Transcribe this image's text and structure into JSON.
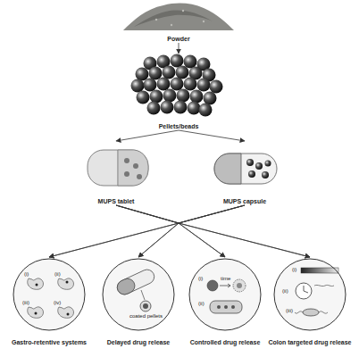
{
  "diagram": {
    "nodes": [
      {
        "text": [
          "Powder"
        ]
      },
      {
        "text": [
          "Pellets/beads"
        ]
      },
      {
        "text": [
          "MUPS tablet"
        ]
      },
      {
        "text": [
          "MUPS capsule"
        ]
      },
      {
        "text": [
          "Gastro-retentive systems"
        ]
      },
      {
        "text": [
          "Delayed drug release"
        ]
      },
      {
        "text": [
          "Controlled drug release"
        ]
      },
      {
        "text": [
          "Colon targeted drug release"
        ]
      }
    ],
    "edges": [
      {
        "from": 0,
        "to": 1,
        "arrow": "to"
      },
      {
        "from": 1,
        "to": 2,
        "arrow": "to"
      },
      {
        "from": 1,
        "to": 3,
        "arrow": "to"
      },
      {
        "from": 2,
        "to": 4,
        "arrow": "to"
      },
      {
        "from": 2,
        "to": 5,
        "arrow": "to"
      },
      {
        "from": 2,
        "to": 6,
        "arrow": "to"
      },
      {
        "from": 2,
        "to": 7,
        "arrow": "to"
      },
      {
        "from": 3,
        "to": 4,
        "arrow": "to"
      },
      {
        "from": 3,
        "to": 5,
        "arrow": "to"
      },
      {
        "from": 3,
        "to": 6,
        "arrow": "to"
      },
      {
        "from": 3,
        "to": 7,
        "arrow": "to"
      }
    ],
    "labels": [
      "(i)",
      "(ii)",
      "(iii)",
      "(iv)",
      "coated pellets",
      "(i)",
      "time",
      "(ii)",
      "(i)",
      "(ii)",
      "(iii)"
    ]
  }
}
